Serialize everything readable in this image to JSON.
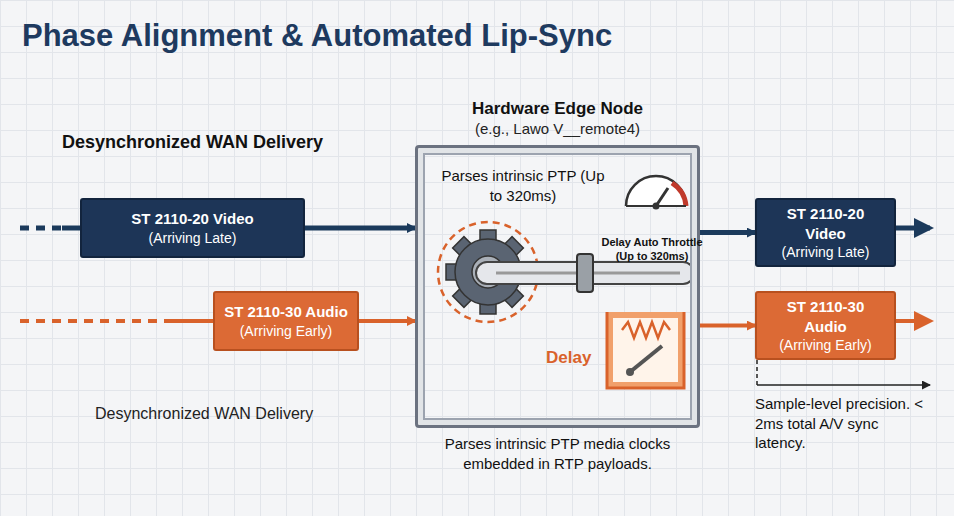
{
  "diagram": {
    "title": "Phase Alignment & Automated Lip-Sync",
    "nodes": [
      {
        "text": [
          "ST 2110-20 Video",
          "(Arriving Late)"
        ]
      },
      {
        "text": [
          "ST 2110-30 Audio",
          "(Arriving Early)"
        ]
      },
      {
        "text": [
          "Hardware Edge Node",
          "(e.g., Lawo V__remote4)"
        ]
      },
      {
        "text": [
          "ST 2110-20 Video",
          "(Arriving Late)"
        ]
      },
      {
        "text": [
          "ST 2110-30 Audio",
          "(Arriving Early)"
        ]
      }
    ],
    "edges": [
      {
        "from": 0,
        "to": 2,
        "arrow": "to"
      },
      {
        "from": 2,
        "to": 3,
        "arrow": "to"
      },
      {
        "from": 1,
        "to": 2,
        "arrow": "to"
      },
      {
        "from": 2,
        "to": 4,
        "arrow": "to"
      }
    ],
    "labels": [
      "Desynchronized WAN Delivery",
      "Desynchronized WAN Delivery",
      "Parses intrinsic PTP (Up to 320ms)",
      "Delay Auto Throttle (Up to 320ms)",
      "Delay",
      "Parses intrinsic PTP media clocks embedded in RTP payloads.",
      "Sample-level precision. < 2ms total A/V sync latency."
    ]
  }
}
